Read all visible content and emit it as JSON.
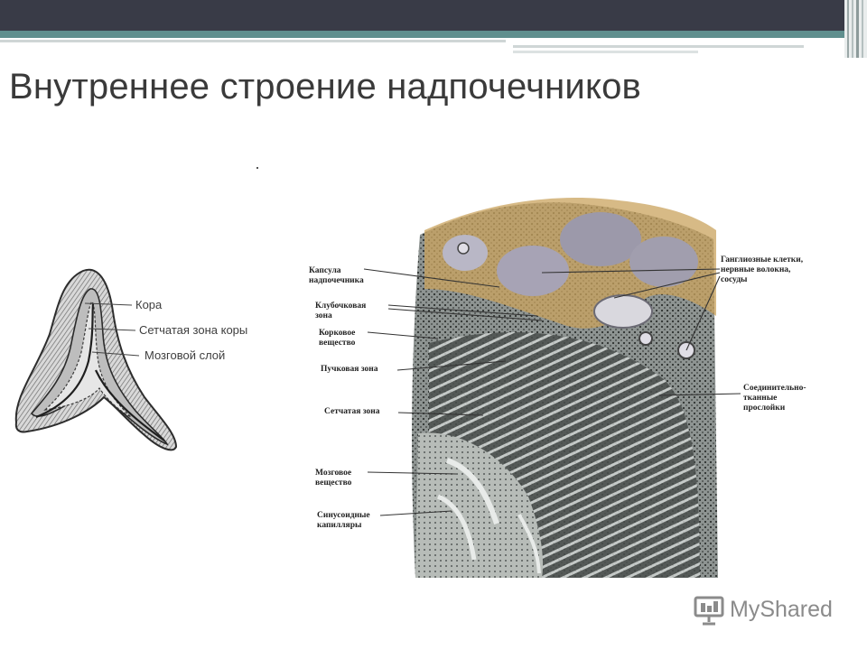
{
  "slide": {
    "title": "Внутреннее строение надпочечников"
  },
  "left_figure": {
    "labels": [
      "Кора",
      "Сетчатая зона коры",
      "Мозговой слой"
    ]
  },
  "right_figure": {
    "labels_left": [
      [
        "Капсула",
        "надпочечника"
      ],
      [
        "Клубочковая",
        "зона"
      ],
      [
        "Корковое",
        "вещество"
      ],
      [
        "Пучковая зона"
      ],
      [
        "Сетчатая зона"
      ],
      [
        "Мозговое",
        "вещество"
      ],
      [
        "Синусоидные",
        "капилляры"
      ]
    ],
    "labels_right": [
      [
        "Ганглиозные клетки,",
        "нервные волокна,",
        "сосуды"
      ],
      [
        "Соединительно-",
        "тканные",
        "прослойки"
      ]
    ]
  },
  "watermark": {
    "text": "MyShared",
    "icon": "presentation-board-icon"
  },
  "colors": {
    "header_dark": "#393b47",
    "header_teal": "#5f8f8e",
    "title": "#3a3a3a"
  }
}
